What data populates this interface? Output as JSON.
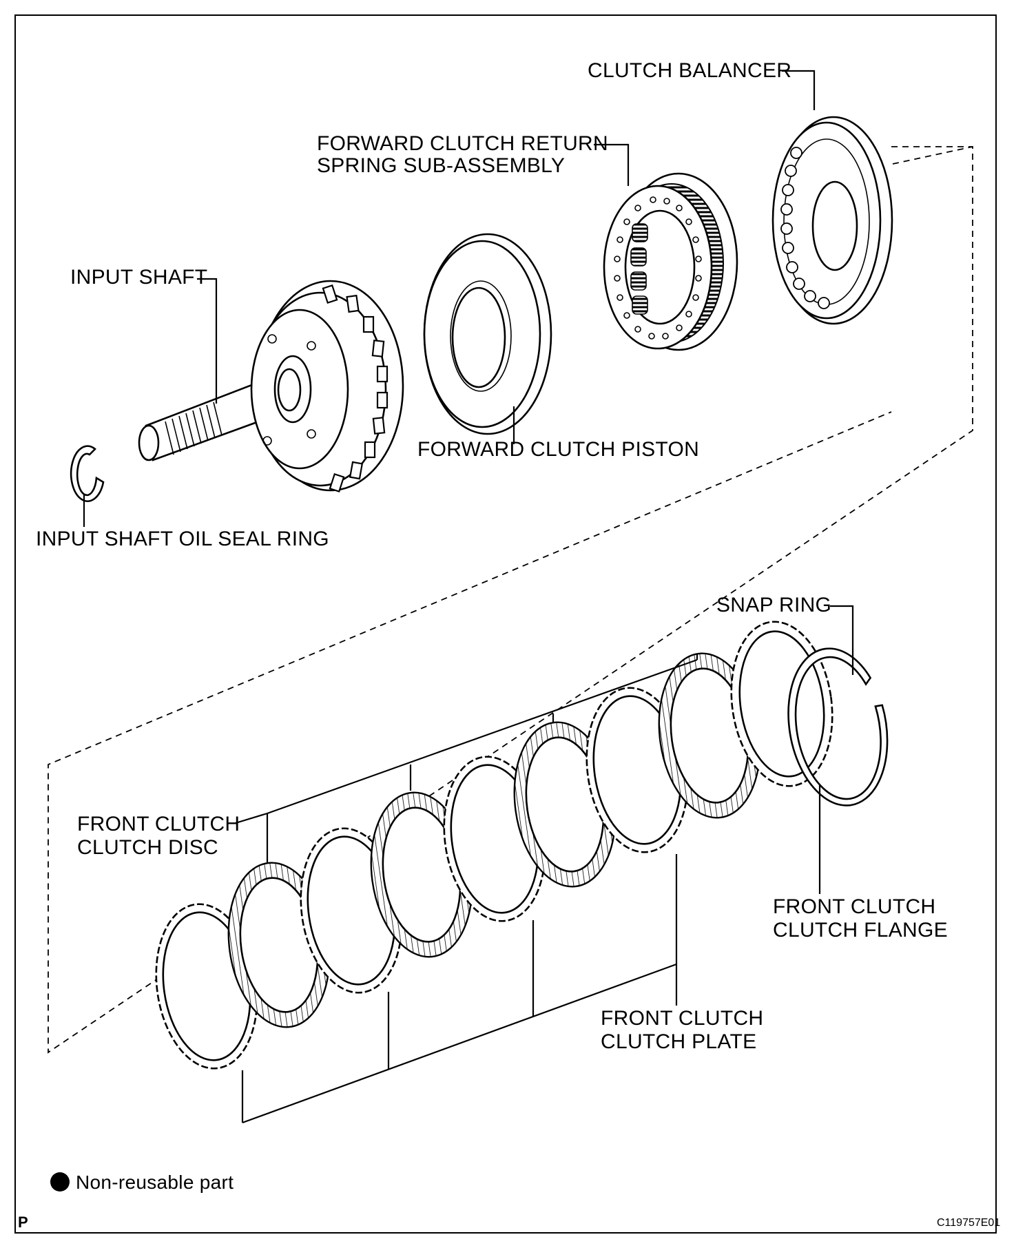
{
  "labels": {
    "clutch_balancer": "CLUTCH BALANCER",
    "return_spring_line1": "FORWARD CLUTCH RETURN",
    "return_spring_line2": "SPRING SUB-ASSEMBLY",
    "input_shaft": "INPUT SHAFT",
    "forward_clutch_piston": "FORWARD CLUTCH PISTON",
    "input_shaft_oil_seal_ring": "INPUT SHAFT OIL SEAL RING",
    "snap_ring": "SNAP RING",
    "clutch_disc_line1": "FRONT CLUTCH",
    "clutch_disc_line2": "CLUTCH DISC",
    "clutch_flange_line1": "FRONT CLUTCH",
    "clutch_flange_line2": "CLUTCH FLANGE",
    "clutch_plate_line1": "FRONT CLUTCH",
    "clutch_plate_line2": "CLUTCH PLATE"
  },
  "legend": {
    "text": "Non-reusable part"
  },
  "corner_mark": "P",
  "figure_code": "C119757E01"
}
